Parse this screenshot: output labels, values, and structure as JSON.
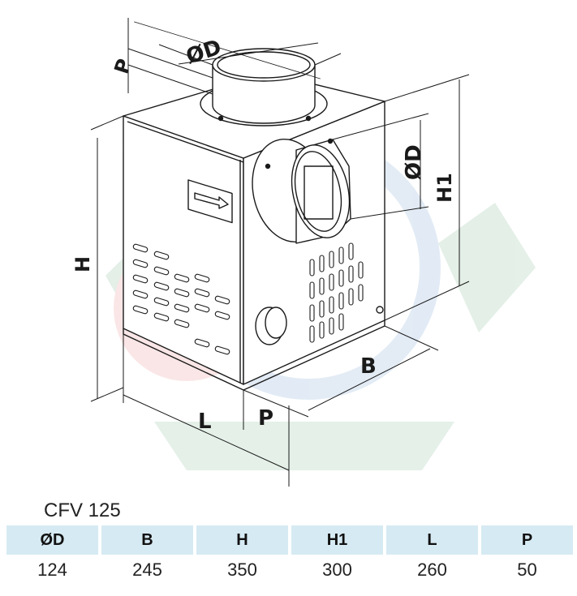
{
  "drawing": {
    "dims": {
      "od_top": "ØD",
      "od_side": "ØD",
      "p_top": "P",
      "p_bottom": "P",
      "h": "H",
      "h1": "H1",
      "b": "B",
      "l": "L"
    }
  },
  "model": "CFV 125",
  "table": {
    "headers": [
      "ØD",
      "B",
      "H",
      "H1",
      "L",
      "P"
    ],
    "values": [
      "124",
      "245",
      "350",
      "300",
      "260",
      "50"
    ]
  }
}
